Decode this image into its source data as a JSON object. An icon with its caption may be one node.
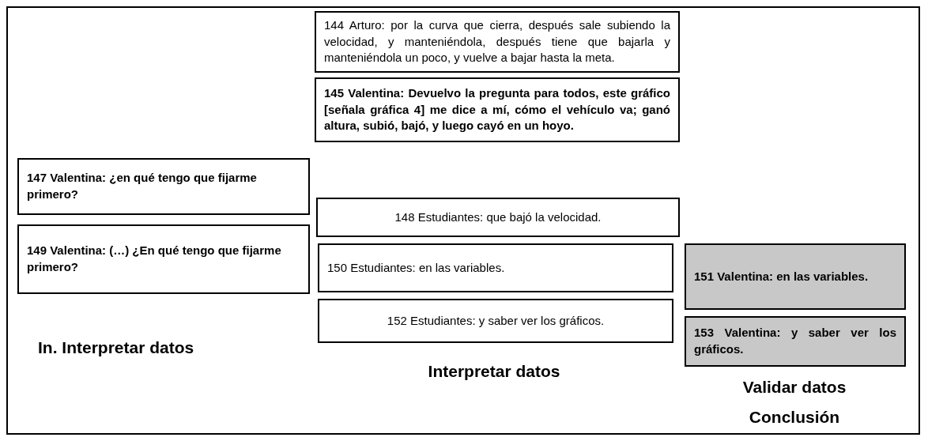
{
  "diagram": {
    "nodes": [
      {
        "text": [
          "144 Arturo: por la curva que cierra, después sale subiendo la velocidad, y manteniéndola, después tiene que bajarla y manteniéndola un poco, y vuelve a bajar hasta la meta."
        ]
      },
      {
        "text": [
          "145 Valentina: Devuelvo la pregunta para todos, este gráfico [señala gráfica 4] me dice a mí, cómo el vehículo va; ganó altura, subió, bajó, y luego cayó en un hoyo."
        ]
      },
      {
        "text": [
          "147 Valentina: ¿en qué tengo que fijarme primero?"
        ]
      },
      {
        "text": [
          "148 Estudiantes: que bajó la velocidad."
        ]
      },
      {
        "text": [
          "149 Valentina: (…) ¿En qué tengo que fijarme primero?"
        ]
      },
      {
        "text": [
          "150 Estudiantes: en las variables."
        ]
      },
      {
        "text": [
          "151 Valentina: en las variables."
        ]
      },
      {
        "text": [
          "152 Estudiantes: y saber ver los gráficos."
        ]
      },
      {
        "text": [
          "153 Valentina: y saber ver los gráficos."
        ]
      }
    ],
    "labels": [
      "In. Interpretar datos",
      "Interpretar datos",
      "Validar datos",
      "Conclusión"
    ]
  }
}
